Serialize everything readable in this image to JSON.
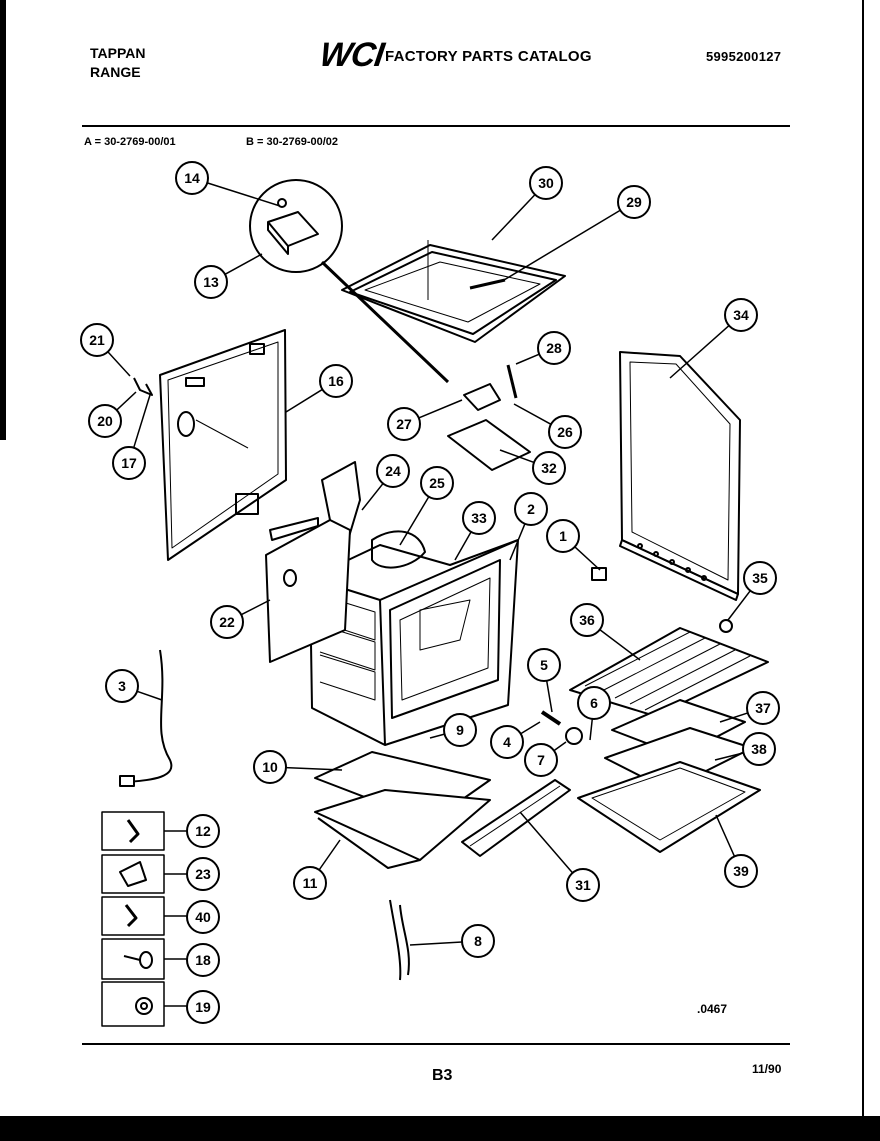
{
  "header": {
    "brand_line1": "TAPPAN",
    "brand_line2": "RANGE",
    "logo_text": "WCI",
    "catalog_title": "FACTORY PARTS CATALOG",
    "catalog_number": "5995200127"
  },
  "models": {
    "a": "A = 30-2769-00/01",
    "b": "B = 30-2769-00/02"
  },
  "callouts": [
    "1",
    "2",
    "3",
    "4",
    "5",
    "6",
    "7",
    "8",
    "9",
    "10",
    "11",
    "12",
    "13",
    "14",
    "16",
    "17",
    "18",
    "19",
    "20",
    "21",
    "22",
    "23",
    "24",
    "25",
    "26",
    "27",
    "28",
    "29",
    "30",
    "31",
    "32",
    "33",
    "34",
    "35",
    "36",
    "37",
    "38",
    "39",
    "40"
  ],
  "footer": {
    "drawing_code": ".0467",
    "page": "B3",
    "date": "11/90"
  }
}
